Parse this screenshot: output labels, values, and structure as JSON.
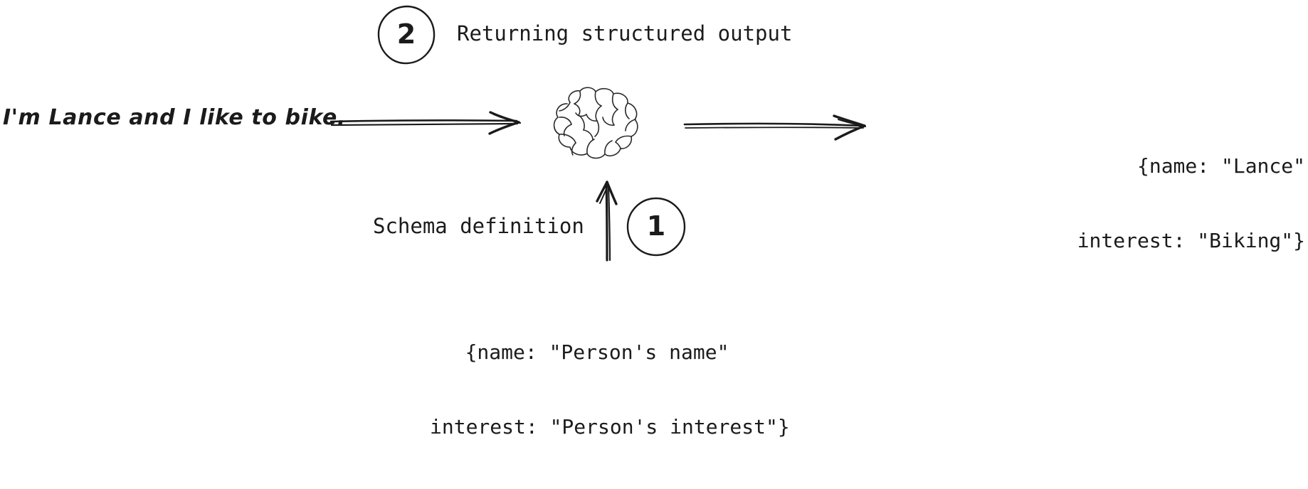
{
  "diagram": {
    "title_absent": true,
    "input": {
      "text": "I'm Lance and I like to bike."
    },
    "steps": [
      {
        "number": "1",
        "label": "Schema definition"
      },
      {
        "number": "2",
        "label": "Returning structured output"
      }
    ],
    "schema_block": {
      "line1": "{name: \"Person's name\"",
      "line2": "interest: \"Person's interest\"}"
    },
    "output_block": {
      "line1": "{name: \"Lance\"",
      "line2": "interest: \"Biking\"}"
    },
    "icons": {
      "brain": "brain-icon",
      "arrow_input_to_brain": "arrow-right-icon",
      "arrow_brain_to_output": "arrow-right-icon",
      "arrow_schema_to_brain": "arrow-up-icon"
    },
    "colors": {
      "ink": "#1b1b1b",
      "background": "#ffffff"
    }
  }
}
